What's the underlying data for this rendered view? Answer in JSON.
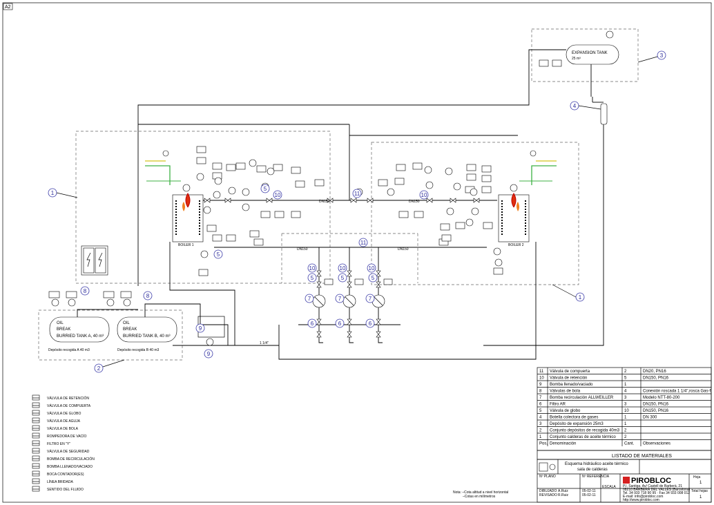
{
  "sheet": {
    "size": "A2"
  },
  "expansion_tank": {
    "label": "EXPANSION TANK",
    "volume": "25 m³"
  },
  "boilers": [
    {
      "name": "BOILER 1"
    },
    {
      "name": "BOILER 2"
    }
  ],
  "buried_tanks": [
    {
      "line1": "OIL",
      "line2": "BREAK",
      "line3": "BURRIED TANK A, 40 m³",
      "caption": "Depósito recogida A 40 m3"
    },
    {
      "line1": "OIL",
      "line2": "BREAK",
      "line3": "BURRIED TANK B, 40 m³",
      "caption": "Depósito recogida B 40 m3"
    }
  ],
  "pipe_labels": {
    "main_a": "DN150",
    "main_b": "DN150",
    "main_c": "DN150",
    "main_d": "DN150",
    "drain": "1 1/4\""
  },
  "callouts": [
    "1",
    "1",
    "2",
    "3",
    "4",
    "5",
    "5",
    "5",
    "5",
    "5",
    "6",
    "6",
    "6",
    "7",
    "7",
    "7",
    "8",
    "8",
    "9",
    "9",
    "10",
    "10",
    "10",
    "10",
    "10",
    "11",
    "11"
  ],
  "legend": [
    {
      "symbol": "check-valve",
      "text": "VÁLVULA DE RETENCIÓN"
    },
    {
      "symbol": "gate-valve",
      "text": "VÁLVULA DE COMPUERTA"
    },
    {
      "symbol": "globe-valve",
      "text": "VÁLVULA DE GLOBO"
    },
    {
      "symbol": "needle-valve",
      "text": "VÁLVULA DE AGUJA"
    },
    {
      "symbol": "ball-valve",
      "text": "VÁLVULA DE BOLA"
    },
    {
      "symbol": "vacuum-breaker",
      "text": "ROMPEDORA DE VACÍO"
    },
    {
      "symbol": "y-filter",
      "text": "FILTRO EN \"Y\""
    },
    {
      "symbol": "safety-valve",
      "text": "VÁLVULA DE SEGURIDAD"
    },
    {
      "symbol": "recirc-pump",
      "text": "BOMBA DE RECIRCULACIÓN"
    },
    {
      "symbol": "fill-pump",
      "text": "BOMBA LLENADO/VACIADO"
    },
    {
      "symbol": "meter",
      "text": "BOCA CONTADOR(ES)"
    },
    {
      "symbol": "arrow-line",
      "text": "LÍNEA BRIDADA"
    },
    {
      "symbol": "arrow-flow",
      "text": "SENTIDO DEL FLUIDO"
    }
  ],
  "note": {
    "line1": "Nota: –Cota altitud a nivel horizontal",
    "line2": "–Cotas en milímetros"
  },
  "bom": {
    "title": "LISTADO DE MATERIALES",
    "header": {
      "pos": "Pos.",
      "denom": "Denominación",
      "qty": "Cant.",
      "obs": "Observaciones"
    },
    "rows": [
      {
        "pos": "11",
        "denom": "Válvula de compuerta",
        "qty": "2",
        "obs": "DN20, PN16"
      },
      {
        "pos": "10",
        "denom": "Válvula de retención",
        "qty": "5",
        "obs": "DN150, PN16"
      },
      {
        "pos": "9",
        "denom": "Bomba llenado/vaciado",
        "qty": "1",
        "obs": ""
      },
      {
        "pos": "8",
        "denom": "Válvulas de bola",
        "qty": "4",
        "obs": "Conexión roscada 1 1/4\",rosca Gas-f"
      },
      {
        "pos": "7",
        "denom": "Bomba recirculación ALLWEILLER",
        "qty": "3",
        "obs": "Modelo NTT-80-200"
      },
      {
        "pos": "6",
        "denom": "Filtro AR",
        "qty": "3",
        "obs": "DN150, PN16"
      },
      {
        "pos": "5",
        "denom": "Válvula de globo",
        "qty": "10",
        "obs": "DN150, PN16"
      },
      {
        "pos": "4",
        "denom": "Botella colectora de gases",
        "qty": "1",
        "obs": "DN 300"
      },
      {
        "pos": "3",
        "denom": "Depósito de expansión 25m3",
        "qty": "1",
        "obs": ""
      },
      {
        "pos": "2",
        "denom": "Conjunto depósitos de recogida 40m3",
        "qty": "2",
        "obs": ""
      },
      {
        "pos": "1",
        "denom": "Conjunto calderas de aceite térmico",
        "qty": "2",
        "obs": ""
      }
    ]
  },
  "title_block": {
    "title1": "Esquema hidráulico aceite térmico",
    "title2": "sala de calderas",
    "company": "PIROBLOC",
    "address1": "P.I. Santiga, Av/ Castell de Barberà, 21",
    "address2": "08210 BARBERÀ DEL VALLÈS (Barcelona)",
    "address3": "Tel. 34 933 718 90 95 · Fax 34 933 008 012",
    "address4": "E-mail: info@pirobloc.com",
    "address5": "http://www.pirobloc.com",
    "plano": "Nº PLANO",
    "ref": "Nº REFERENCIA",
    "escala_lbl": "ESCALA",
    "dibujado": "DIBUJADO",
    "revisado": "REVISADO",
    "name1": "A.Ruiz",
    "name2": "R.Ruiz",
    "date1": "05-02-11",
    "date2": "05-02-11",
    "rev_lbl": "Hoja",
    "rev": "1",
    "total_lbl": "Total hojas",
    "total": "1"
  }
}
